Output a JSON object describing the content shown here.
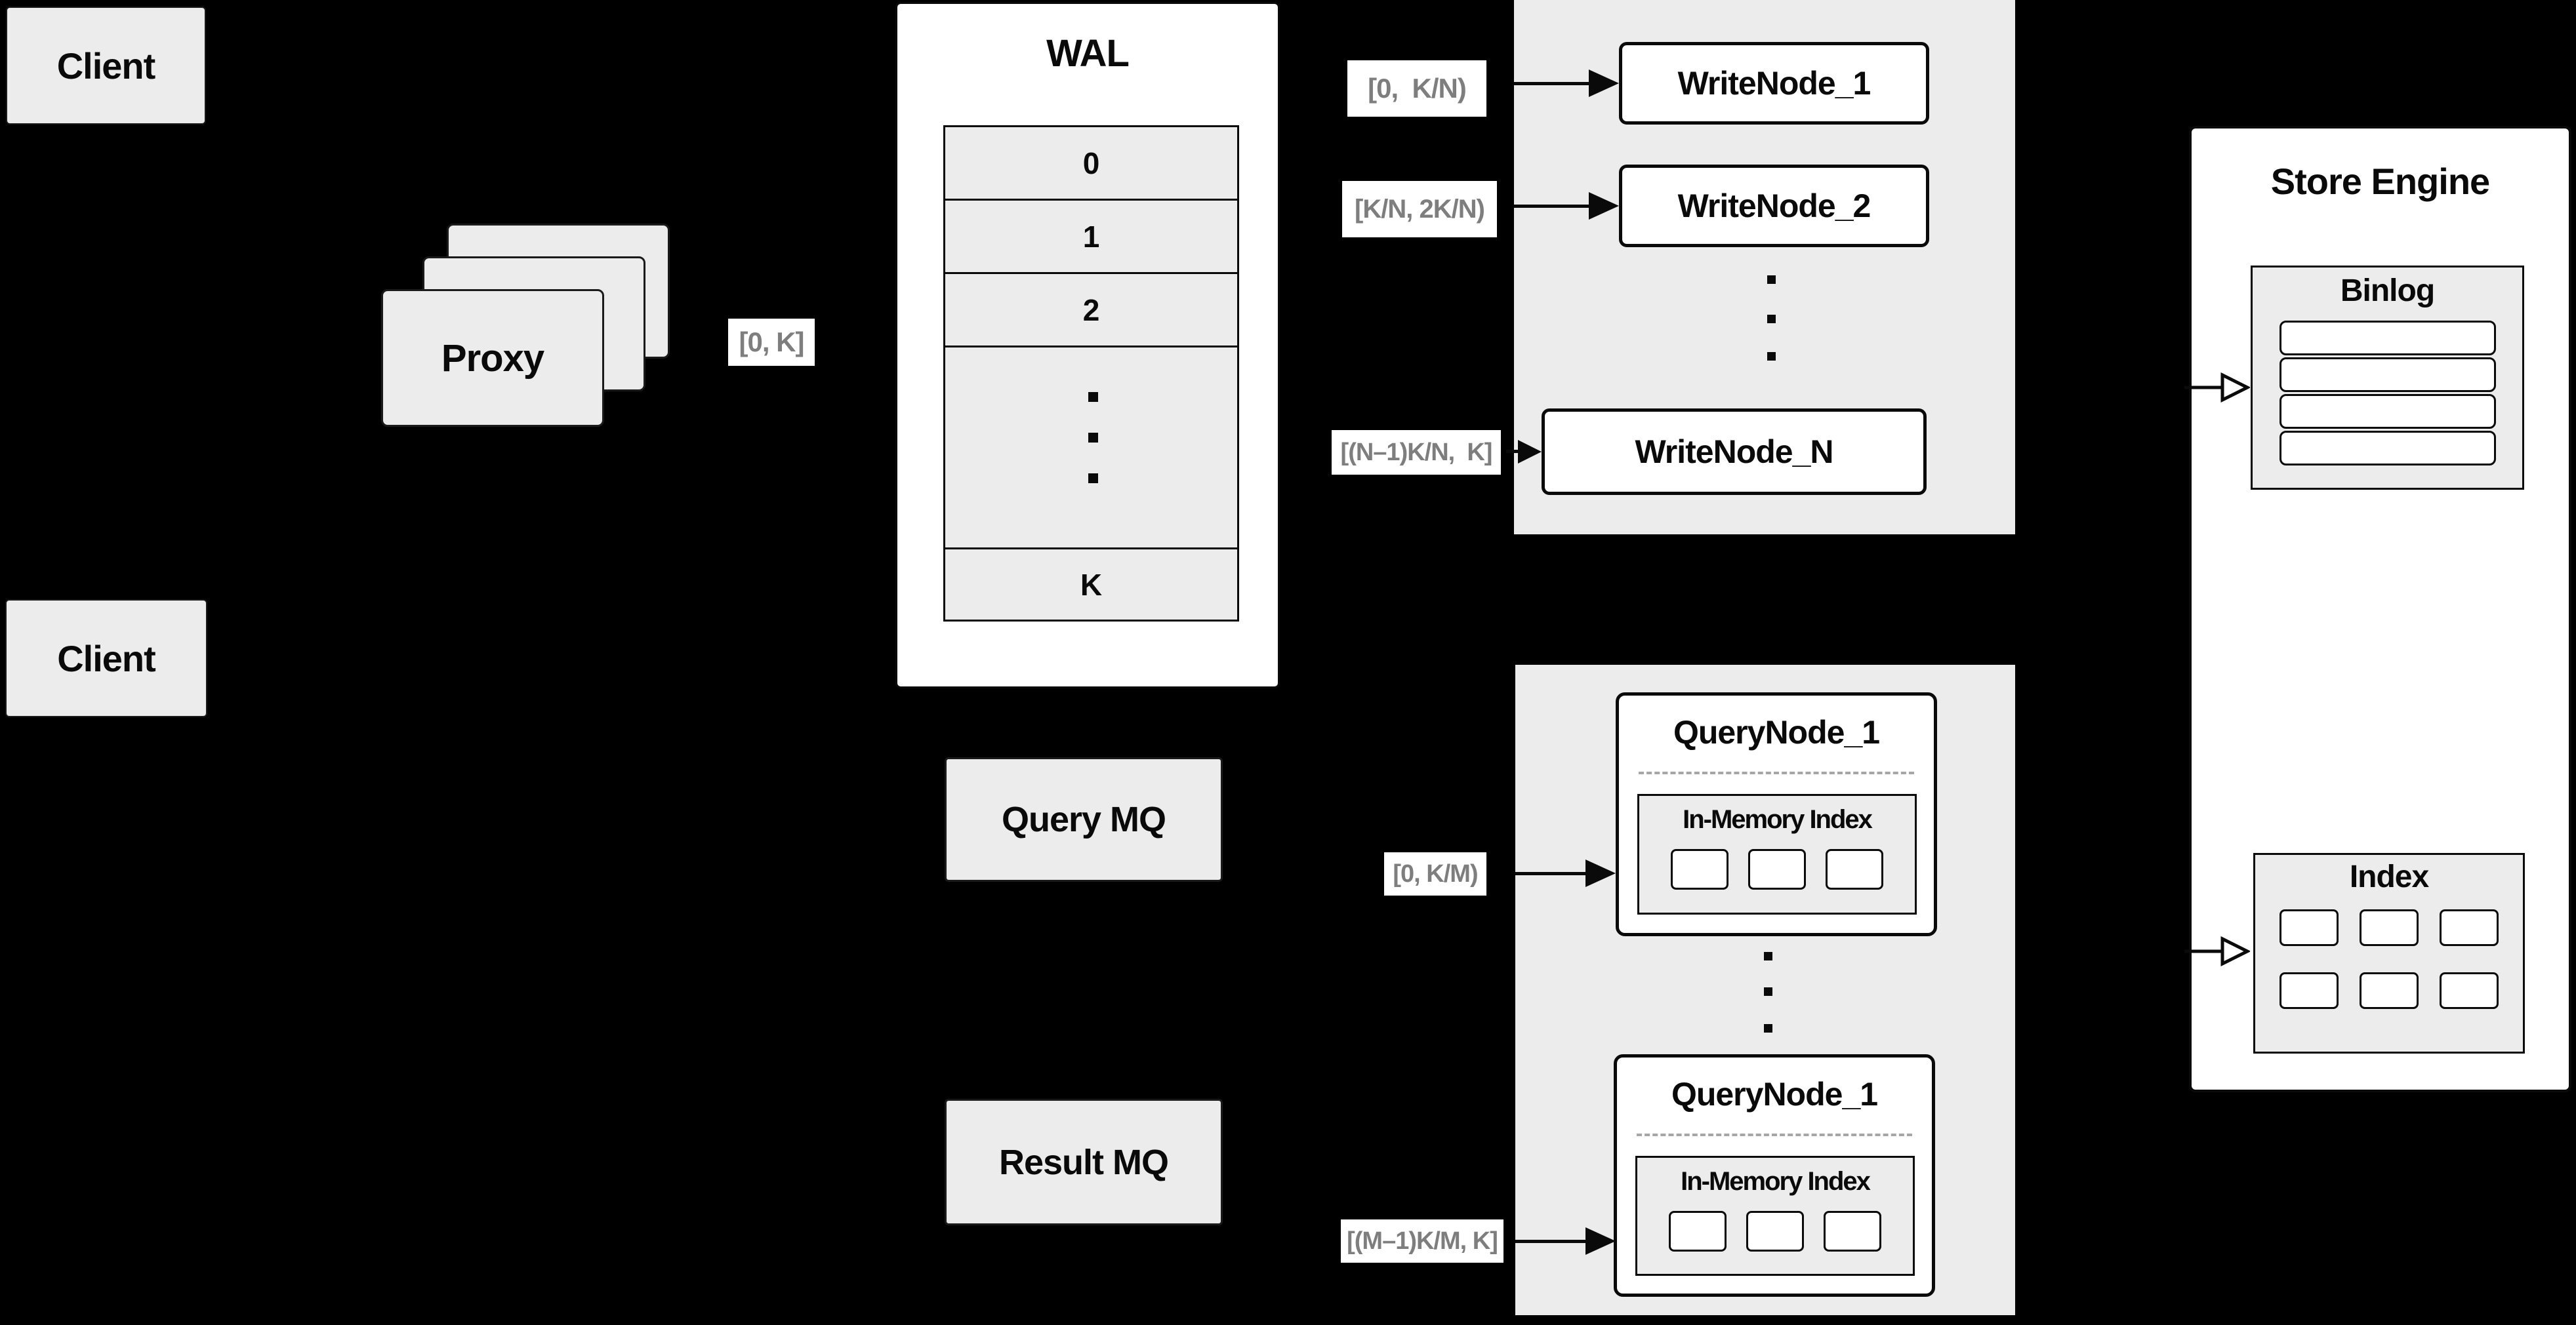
{
  "palette": {
    "background": "#000000",
    "panel_gray": "#ececec",
    "box_white": "#ffffff",
    "border_black": "#0a0a0a",
    "range_label_text": "#7e7e7e",
    "dashed_divider": "#a6a6a6"
  },
  "clients": {
    "top": "Client",
    "bottom": "Client"
  },
  "proxy": {
    "label": "Proxy"
  },
  "labels": {
    "full_range": "[0, K]",
    "write_1": "[0,  K/N)",
    "write_2": "[K/N, 2K/N)",
    "write_n": "[(N–1)K/N,  K]",
    "query_1": "[0, K/M)",
    "query_m": "[(M–1)K/M, K]"
  },
  "wal": {
    "title": "WAL",
    "rows": [
      "0",
      "1",
      "2",
      "K"
    ]
  },
  "write_cluster": {
    "nodes": [
      "WriteNode_1",
      "WriteNode_2",
      "WriteNode_N"
    ]
  },
  "mq": {
    "query": "Query MQ",
    "result": "Result MQ"
  },
  "query_cluster": {
    "nodes": [
      {
        "title": "QueryNode_1",
        "index_label": "In-Memory Index"
      },
      {
        "title": "QueryNode_1",
        "index_label": "In-Memory Index"
      }
    ]
  },
  "store_engine": {
    "title": "Store Engine",
    "binlog_title": "Binlog",
    "index_title": "Index"
  }
}
